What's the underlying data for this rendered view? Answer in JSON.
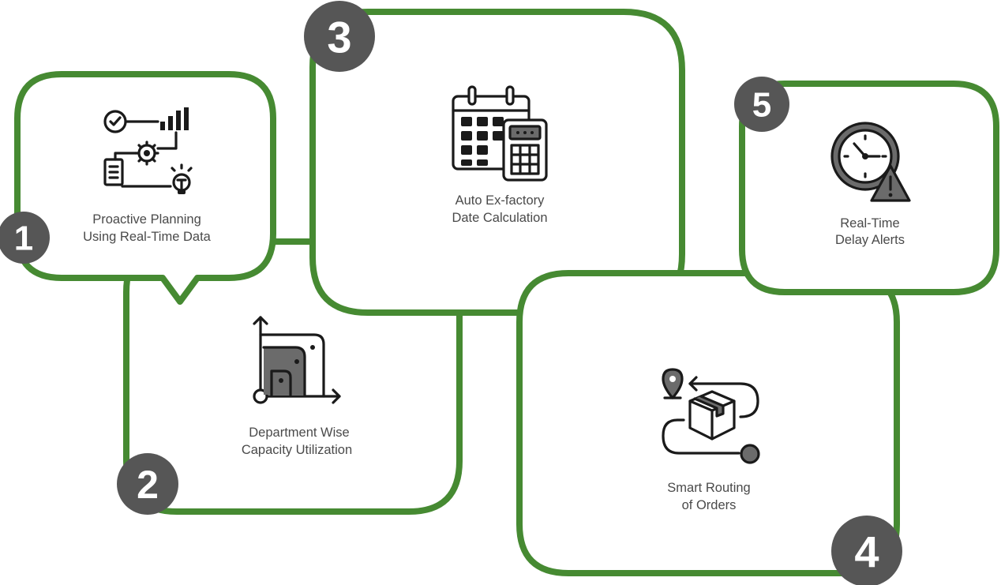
{
  "steps": [
    {
      "number": "1",
      "label_line1": "Proactive Planning",
      "label_line2": "Using Real-Time Data",
      "icon": "planning-flow-icon"
    },
    {
      "number": "2",
      "label_line1": "Department Wise",
      "label_line2": "Capacity Utilization",
      "icon": "capacity-chart-icon"
    },
    {
      "number": "3",
      "label_line1": "Auto Ex-factory",
      "label_line2": "Date Calculation",
      "icon": "calendar-calculator-icon"
    },
    {
      "number": "4",
      "label_line1": "Smart Routing",
      "label_line2": "of Orders",
      "icon": "box-route-icon"
    },
    {
      "number": "5",
      "label_line1": "Real-Time",
      "label_line2": "Delay Alerts",
      "icon": "clock-alert-icon"
    }
  ],
  "colors": {
    "border": "#468a32",
    "badge": "#565656",
    "text": "#4a4a4a"
  }
}
